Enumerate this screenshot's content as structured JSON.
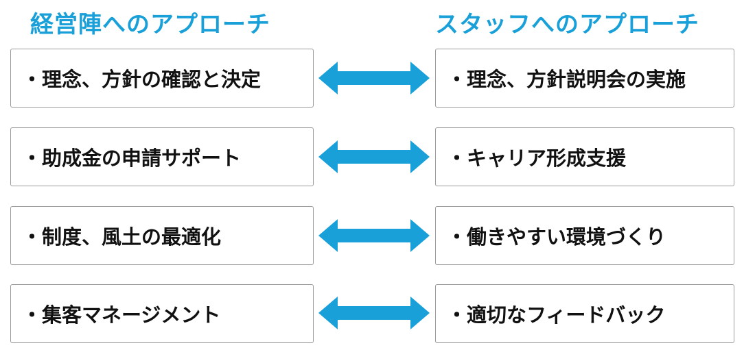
{
  "headings": {
    "left": "経営陣へのアプローチ",
    "right": "スタッフへのアプローチ"
  },
  "rows": [
    {
      "left": "・理念、方針の確認と決定",
      "right": "・理念、方針説明会の実施"
    },
    {
      "left": "・助成金の申請サポート",
      "right": "・キャリア形成支援"
    },
    {
      "left": "・制度、風土の最適化",
      "right": "・働きやすい環境づくり"
    },
    {
      "left": "・集客マネージメント",
      "right": "・適切なフィードバック"
    }
  ],
  "colors": {
    "heading": "#1aa0d8",
    "arrow": "#1aa0d8",
    "box_border": "#9a9a9a",
    "text": "#111111"
  }
}
